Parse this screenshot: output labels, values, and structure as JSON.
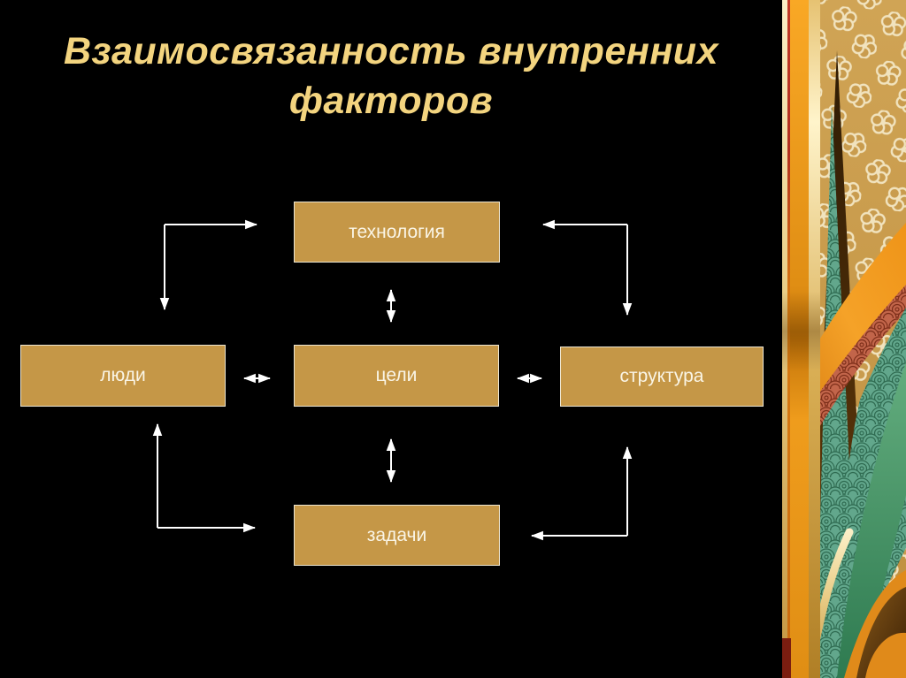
{
  "slide": {
    "title_line1": "Взаимосвязанность внутренних",
    "title_line2": "факторов"
  },
  "diagram": {
    "nodes": [
      {
        "id": "technology",
        "label": "технология"
      },
      {
        "id": "people",
        "label": "люди"
      },
      {
        "id": "goals",
        "label": "цели"
      },
      {
        "id": "structure",
        "label": "структура"
      },
      {
        "id": "tasks",
        "label": "задачи"
      }
    ],
    "edges": [
      {
        "from": "people",
        "to": "technology",
        "bidirectional": true,
        "style": "elbow"
      },
      {
        "from": "structure",
        "to": "technology",
        "bidirectional": true,
        "style": "elbow"
      },
      {
        "from": "technology",
        "to": "goals",
        "bidirectional": true,
        "style": "straight-vertical"
      },
      {
        "from": "people",
        "to": "goals",
        "bidirectional": true,
        "style": "straight-horizontal"
      },
      {
        "from": "goals",
        "to": "structure",
        "bidirectional": true,
        "style": "straight-horizontal"
      },
      {
        "from": "goals",
        "to": "tasks",
        "bidirectional": true,
        "style": "straight-vertical"
      },
      {
        "from": "people",
        "to": "tasks",
        "bidirectional": true,
        "style": "elbow"
      },
      {
        "from": "structure",
        "to": "tasks",
        "bidirectional": true,
        "style": "elbow"
      }
    ]
  },
  "colors": {
    "background": "#000000",
    "title_text": "#F3D47F",
    "box_fill": "#C59747",
    "box_border": "#EDE6D2",
    "box_text": "#FAF5E6",
    "arrow": "#FFFFFF",
    "ornament_gold": "#C99C4E",
    "ornament_flower": "#F1E3BE",
    "ornament_orange": "#F2A01E",
    "ornament_teal": "#62A78C",
    "ornament_green": "#3F8A5C",
    "ornament_brown": "#4A2A08",
    "ornament_red": "#B23020"
  }
}
